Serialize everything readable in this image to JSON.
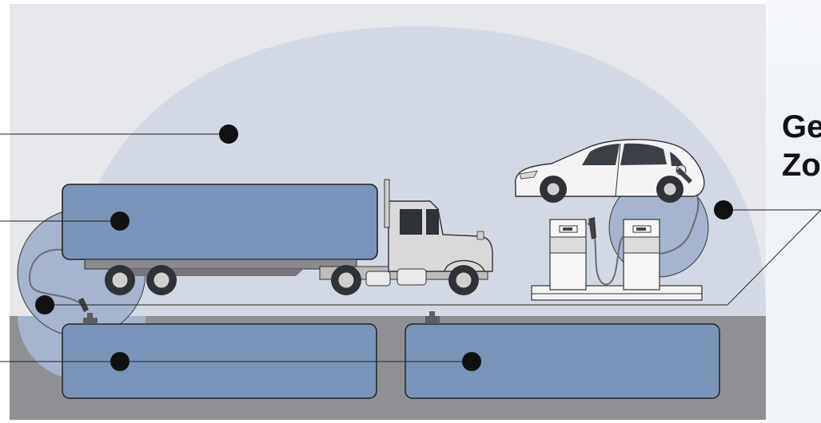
{
  "title": {
    "line1": "Ge",
    "line2": "Zo"
  },
  "colors": {
    "background_panel": "#e6e7ea",
    "dome": "#d2d9e4",
    "ground": "#8f9093",
    "tank": "#7a93b8",
    "zone_circle": "#a6b4cd",
    "marker": "#111111"
  },
  "icons": [
    "fuel-tanker-truck",
    "car",
    "fuel-pump",
    "underground-storage-tank",
    "tank-vent-pipe"
  ]
}
